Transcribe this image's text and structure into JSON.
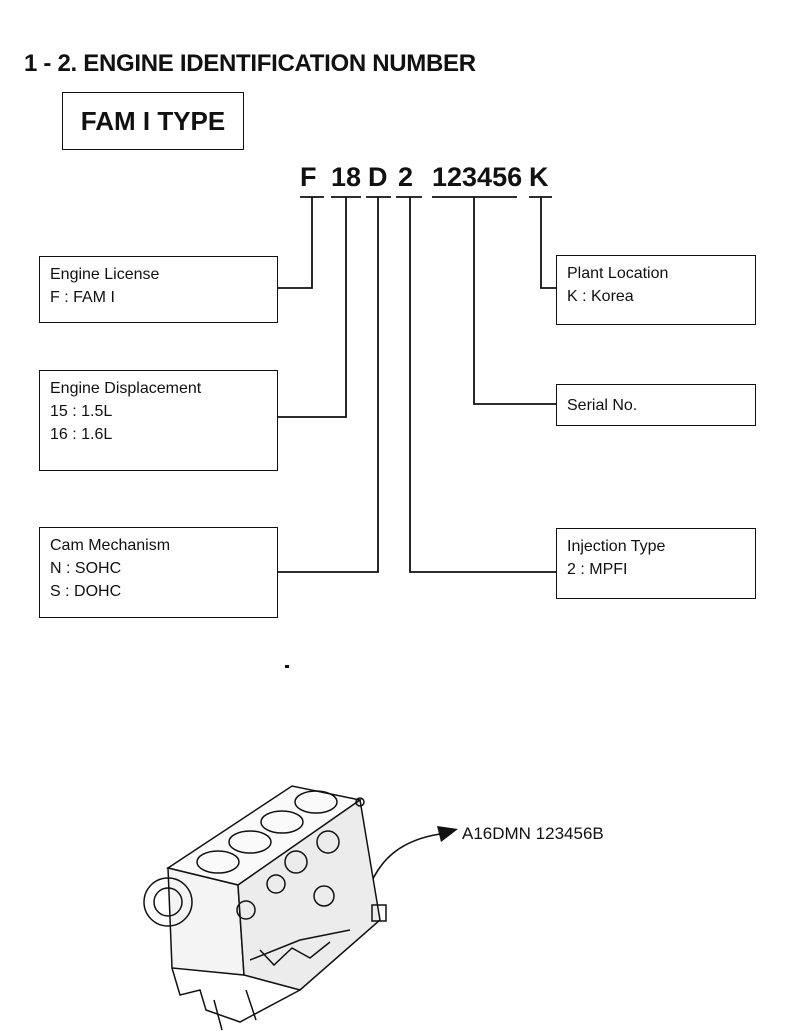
{
  "title": "1 - 2. ENGINE IDENTIFICATION NUMBER",
  "type_label": "FAM I TYPE",
  "code_segments": {
    "license": "F",
    "displacement": "18",
    "cam": "D",
    "injection": "2",
    "serial": "123456",
    "plant": "K"
  },
  "boxes": {
    "engine_license": {
      "heading": "Engine License",
      "lines": [
        "F : FAM I"
      ]
    },
    "engine_displacement": {
      "heading": "Engine Displacement",
      "lines": [
        "15 : 1.5L",
        "16 : 1.6L"
      ]
    },
    "cam_mechanism": {
      "heading": "Cam Mechanism",
      "lines": [
        "N : SOHC",
        "S : DOHC"
      ]
    },
    "plant_location": {
      "heading": "Plant Location",
      "lines": [
        "K : Korea"
      ]
    },
    "serial_no": {
      "heading": "Serial No."
    },
    "injection_type": {
      "heading": "Injection Type",
      "lines": [
        "2 : MPFI"
      ]
    }
  },
  "engine_callout": "A16DMN 123456B"
}
